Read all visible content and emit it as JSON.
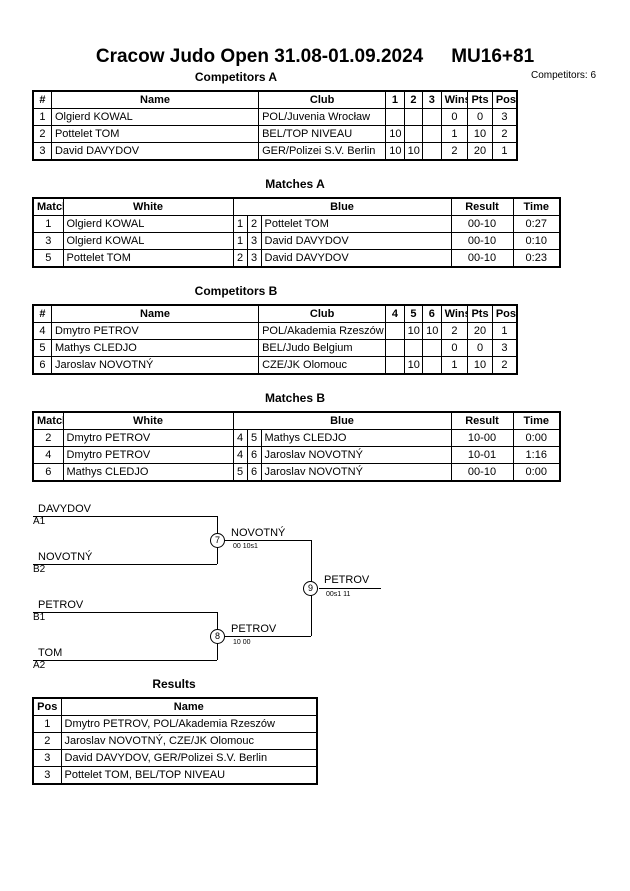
{
  "header": {
    "tournament": "Cracow Judo Open  31.08-01.09.2024",
    "category": "MU16+81",
    "competitors_note": "Competitors: 6"
  },
  "pool_a": {
    "title": "Competitors A",
    "columns": [
      "#",
      "Name",
      "Club",
      "1",
      "2",
      "3",
      "Wins",
      "Pts",
      "Pos"
    ],
    "rows": [
      [
        "1",
        "Olgierd KOWAL",
        "POL/Juvenia Wrocław",
        "",
        "",
        "",
        "0",
        "0",
        "3"
      ],
      [
        "2",
        "Pottelet TOM",
        "BEL/TOP NIVEAU",
        "10",
        "",
        "",
        "1",
        "10",
        "2"
      ],
      [
        "3",
        "David DAVYDOV",
        "GER/Polizei S.V. Berlin",
        "10",
        "10",
        "",
        "2",
        "20",
        "1"
      ]
    ]
  },
  "matches_a": {
    "title": "Matches A",
    "columns": [
      "Match",
      "White",
      "Blue",
      "Result",
      "Time"
    ],
    "rows": [
      [
        "1",
        "Olgierd KOWAL",
        "1",
        "2",
        "Pottelet TOM",
        "00-10",
        "0:27"
      ],
      [
        "3",
        "Olgierd KOWAL",
        "1",
        "3",
        "David DAVYDOV",
        "00-10",
        "0:10"
      ],
      [
        "5",
        "Pottelet TOM",
        "2",
        "3",
        "David DAVYDOV",
        "00-10",
        "0:23"
      ]
    ]
  },
  "pool_b": {
    "title": "Competitors B",
    "columns": [
      "#",
      "Name",
      "Club",
      "4",
      "5",
      "6",
      "Wins",
      "Pts",
      "Pos"
    ],
    "rows": [
      [
        "4",
        "Dmytro PETROV",
        "POL/Akademia Rzeszów",
        "",
        "10",
        "10",
        "2",
        "20",
        "1"
      ],
      [
        "5",
        "Mathys CLEDJO",
        "BEL/Judo Belgium",
        "",
        "",
        "",
        "0",
        "0",
        "3"
      ],
      [
        "6",
        "Jaroslav NOVOTNÝ",
        "CZE/JK Olomouc",
        "",
        "10",
        "",
        "1",
        "10",
        "2"
      ]
    ]
  },
  "matches_b": {
    "title": "Matches B",
    "columns": [
      "Match",
      "White",
      "Blue",
      "Result",
      "Time"
    ],
    "rows": [
      [
        "2",
        "Dmytro PETROV",
        "4",
        "5",
        "Mathys CLEDJO",
        "10-00",
        "0:00"
      ],
      [
        "4",
        "Dmytro PETROV",
        "4",
        "6",
        "Jaroslav NOVOTNÝ",
        "10-01",
        "1:16"
      ],
      [
        "6",
        "Mathys CLEDJO",
        "5",
        "6",
        "Jaroslav NOVOTNÝ",
        "00-10",
        "0:00"
      ]
    ]
  },
  "bracket": {
    "semi1_top": {
      "name": "DAVYDOV",
      "label": "A1"
    },
    "semi1_bottom": {
      "name": "NOVOTNÝ",
      "label": "B2"
    },
    "semi2_top": {
      "name": "PETROV",
      "label": "B1"
    },
    "semi2_bottom": {
      "name": "TOM",
      "label": "A2"
    },
    "match7": {
      "number": "7",
      "winner": "NOVOTNÝ",
      "score": "00  10s1"
    },
    "match8": {
      "number": "8",
      "winner": "PETROV",
      "score": "10  00"
    },
    "match9": {
      "number": "9",
      "winner": "PETROV",
      "score": "00s1  11"
    }
  },
  "results": {
    "title": "Results",
    "columns": [
      "Pos",
      "Name"
    ],
    "rows": [
      [
        "1",
        "Dmytro PETROV, POL/Akademia Rzeszów"
      ],
      [
        "2",
        "Jaroslav NOVOTNÝ, CZE/JK Olomouc"
      ],
      [
        "3",
        "David DAVYDOV, GER/Polizei S.V. Berlin"
      ],
      [
        "3",
        "Pottelet TOM, BEL/TOP NIVEAU"
      ]
    ]
  }
}
